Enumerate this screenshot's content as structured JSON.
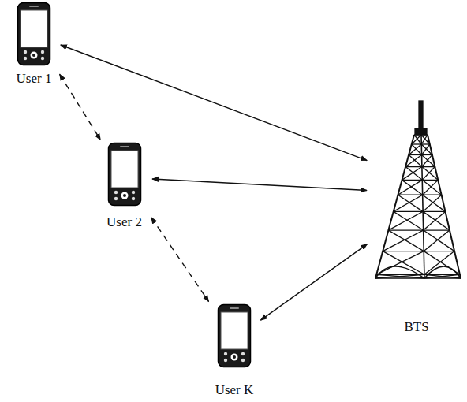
{
  "diagram": {
    "nodes": [
      {
        "text": [
          "User 1"
        ]
      },
      {
        "text": [
          "User 2"
        ]
      },
      {
        "text": [
          "User K"
        ]
      },
      {
        "text": [
          "BTS"
        ]
      }
    ],
    "edges": [
      {
        "from": 0,
        "to": 3,
        "arrow": "both"
      },
      {
        "from": 1,
        "to": 3,
        "arrow": "both"
      },
      {
        "from": 2,
        "to": 3,
        "arrow": "both"
      },
      {
        "from": 0,
        "to": 1,
        "arrow": "both"
      },
      {
        "from": 1,
        "to": 2,
        "arrow": "both"
      }
    ]
  }
}
